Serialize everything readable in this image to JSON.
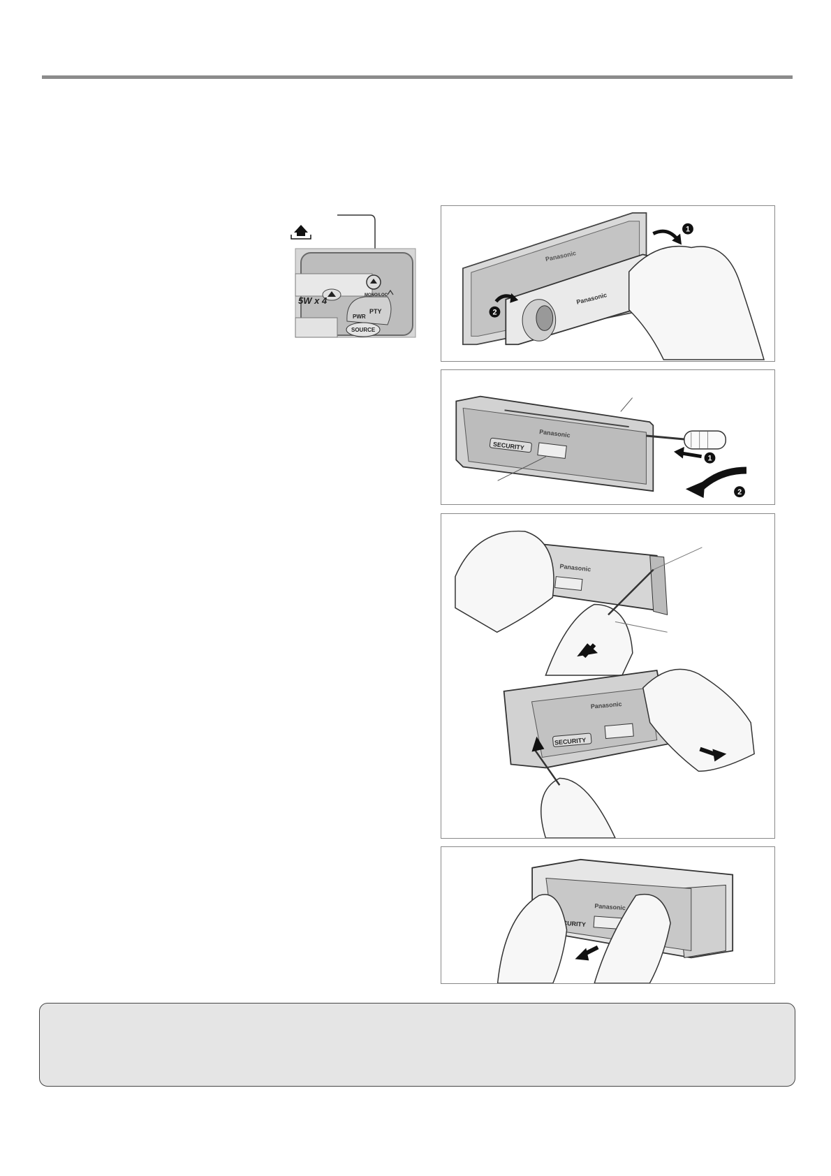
{
  "header": {
    "title": ""
  },
  "labels": {
    "brand": "Panasonic",
    "security": "SECURITY",
    "pwr": "PWR",
    "source": "SOURCE",
    "pty": "PTY",
    "mono_loc": "MONO/LOC",
    "power_rating": "5W x 4",
    "step1": "1",
    "step2": "2"
  },
  "note": {
    "text": ""
  }
}
